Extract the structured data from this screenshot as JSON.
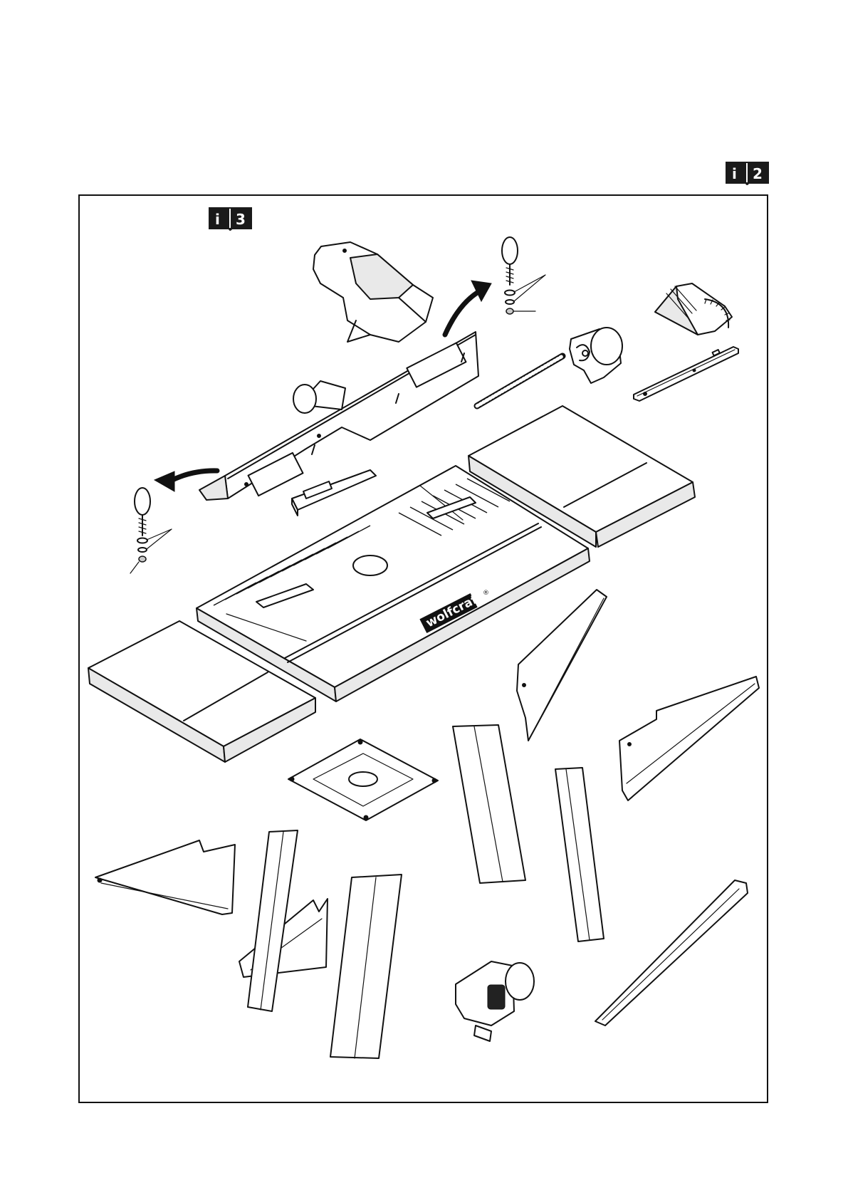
{
  "badges": {
    "manual_ref_a": {
      "icon": "book-info-icon",
      "letter": "i",
      "number": "2"
    },
    "manual_ref_b": {
      "icon": "book-info-icon",
      "letter": "i",
      "number": "3"
    }
  },
  "brand": {
    "logo_text": "wolfcraft",
    "registered_mark": "®"
  },
  "colors": {
    "line": "#111111",
    "badge": "#1a1a1a",
    "paper": "#ffffff"
  }
}
